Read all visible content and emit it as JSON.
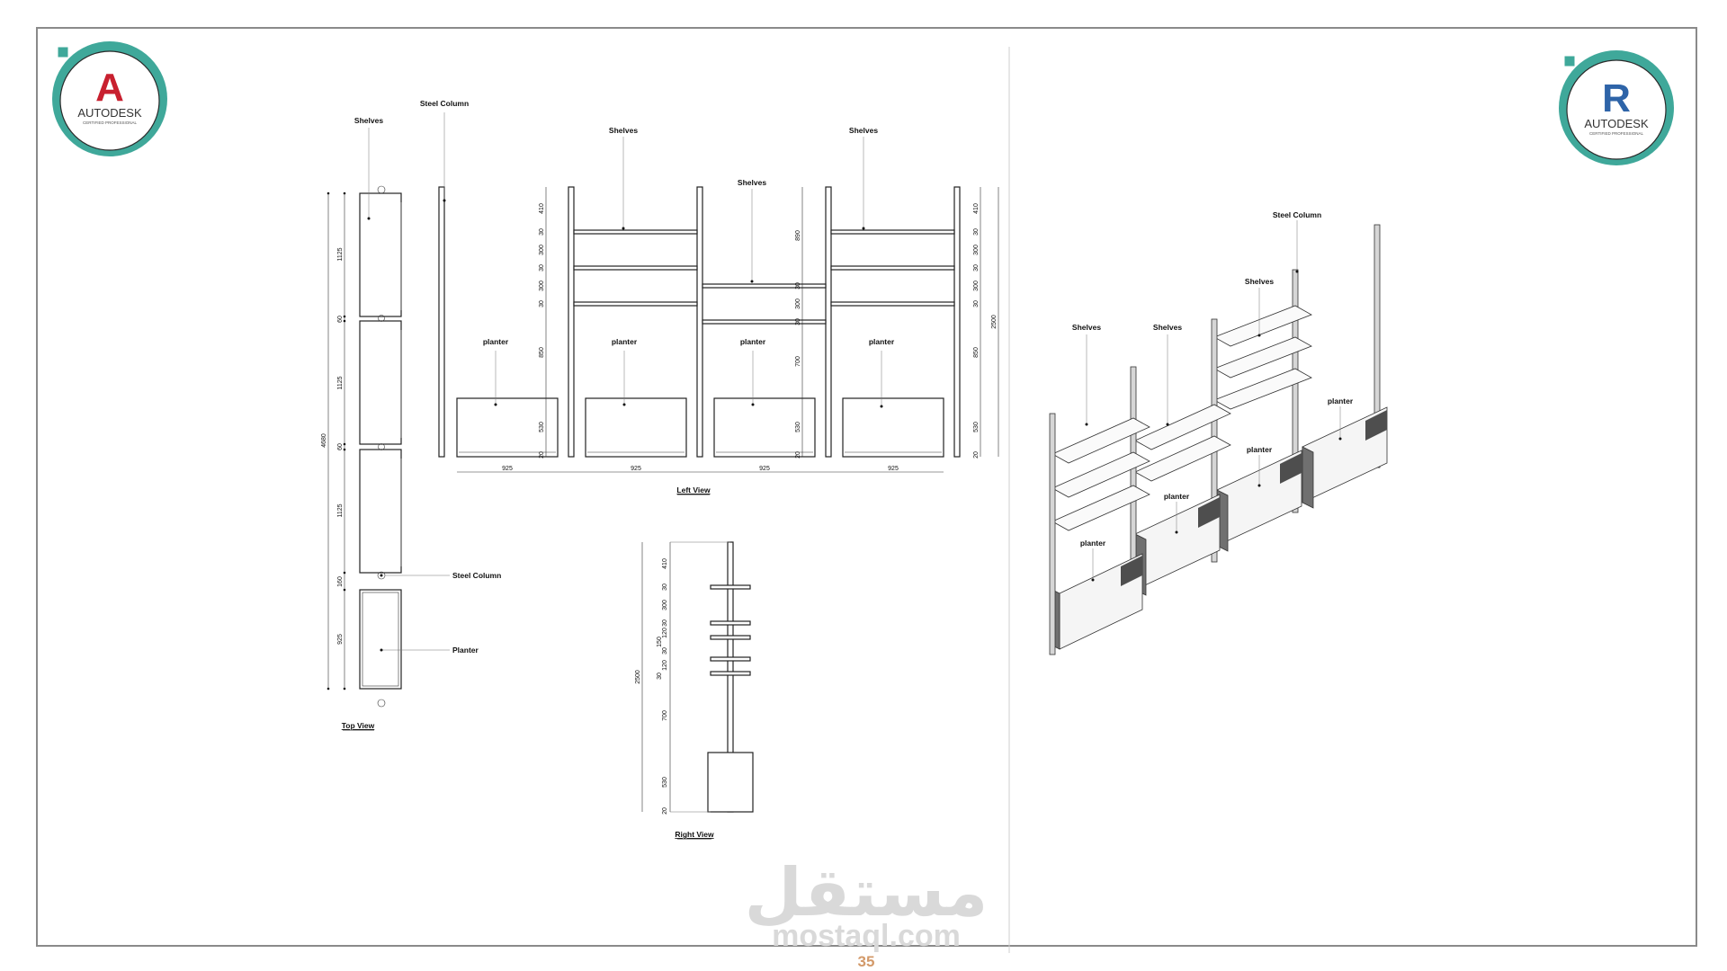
{
  "badges": {
    "left": {
      "letter": "A",
      "word": "AUTODESK",
      "sub": "CERTIFIED PROFESSIONAL",
      "color": "#c8202f"
    },
    "right": {
      "letter": "R",
      "word": "AUTODESK",
      "sub": "CERTIFIED PROFESSIONAL",
      "color": "#2e64a8"
    },
    "ring_color": "#3fa89a"
  },
  "top_view": {
    "title": "Top View",
    "labels": {
      "shelves": "Shelves",
      "steel_column": "Steel Column",
      "planter": "Planter"
    },
    "dims": [
      "1125",
      "60",
      "1125",
      "60",
      "1125",
      "160",
      "925"
    ],
    "total": "4680"
  },
  "left_view": {
    "title": "Left View",
    "labels": {
      "steel_column": "Steel Column",
      "shelves_1": "Shelves",
      "shelves_2": "Shelves",
      "shelves_3": "Shelves",
      "planter_1": "planter",
      "planter_2": "planter",
      "planter_3": "planter",
      "planter_4": "planter"
    },
    "dims_a": [
      "410",
      "30",
      "300",
      "30",
      "300",
      "30",
      "850",
      "530",
      "20"
    ],
    "dims_b": [
      "890",
      "30",
      "300",
      "30",
      "700",
      "530",
      "20"
    ],
    "dims_c": [
      "410",
      "30",
      "300",
      "30",
      "300",
      "30",
      "850",
      "530",
      "20"
    ],
    "total": "2500",
    "widths": [
      "925",
      "925",
      "925",
      "925"
    ]
  },
  "right_view": {
    "title": "Right View",
    "dims": [
      "410",
      "30",
      "300",
      "30",
      "120",
      "150",
      "30",
      "120",
      "30",
      "700",
      "530",
      "20"
    ],
    "total": "2500"
  },
  "iso_view": {
    "labels": {
      "steel_column": "Steel Column",
      "shelves_1": "Shelves",
      "shelves_2": "Shelves",
      "shelves_3": "Shelves",
      "planter_1": "planter",
      "planter_2": "planter",
      "planter_3": "planter",
      "planter_4": "planter"
    }
  },
  "watermark": {
    "arabic": "مستقل",
    "latin": "mostaql.com"
  },
  "page_number": "35"
}
